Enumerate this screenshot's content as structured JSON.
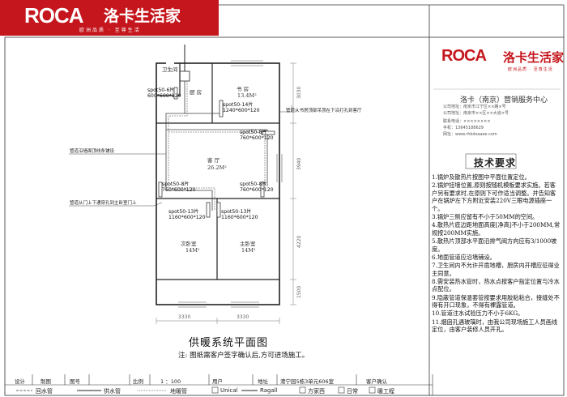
{
  "logo": {
    "brand": "ROCA",
    "cn": "洛卡生活家",
    "tag": "欧洲品质 · 至尊生活"
  },
  "right_logo": {
    "brand": "ROCA",
    "cn": "洛卡生活家",
    "tag": "欧洲品质 · 至尊生活"
  },
  "service": {
    "title": "洛卡（南京）营销服务中心"
  },
  "info_lines": [
    "公司地址：南京市江宁区××路×号",
    "公司地址：南京市××区××大道×号",
    "联系电话：××××××××",
    "手机：13645188629",
    "网址：www.rhkdsaaee.com"
  ],
  "requirements": {
    "title": "技术要求",
    "items": [
      "1.锅炉及散热片按图中平面位置定位。",
      "2.锅炉挂墙位置,原则按随机模板要求实施。若客户另有要求时,在原则下可作适当调整。并告知客户在锅炉左下方附近安装220V三眼电源插座一个。",
      "3.锅炉三侧应留有不小于50MM的空间。",
      "4.散热片底边距地面高度[净高]不小于200MM,常规按200MM实施。",
      "5.散热片顶部水平面沿排气阀方向应有3/1000坡度。",
      "6.地面管道应沿墙铺设。",
      "7.卫生间内不允许开凿地槽，厨房内开槽应征得业主同意。",
      "8.需安装热水管时，热水点按客户指定位置与冷水点配位。",
      "9.隐蔽管道保温套管按要求用胶粘粘合，接缝处不得有开口现象，不得有裸露管道。",
      "10.管道注水试验压力不小于6KG。",
      "11.烟囱孔遇玻璃时，由我公司现场施工人员画线定位，由客户装修人员开孔。"
    ]
  },
  "plan": {
    "title": "供暖系统平面图",
    "note": "注: 图纸需客户签字确认后,方可进场施工。",
    "rooms": [
      {
        "name": "厨 房",
        "area": ""
      },
      {
        "name": "书 房",
        "area": "13.4M²"
      },
      {
        "name": "客 厅",
        "area": "26.2M²"
      },
      {
        "name": "次卧室",
        "area": "14M²"
      },
      {
        "name": "主卧室",
        "area": "14M²"
      },
      {
        "name": "卫生间",
        "area": ""
      }
    ],
    "radiators": [
      {
        "name": "spot50-6片",
        "size": "600*600*120"
      },
      {
        "name": "spot50-14片",
        "size": "1240*600*120"
      },
      {
        "name": "spot50-8片",
        "size": "760*600*120"
      },
      {
        "name": "spot50-8片",
        "size": "760*600*120"
      },
      {
        "name": "spot50-8片",
        "size": "760*600*120"
      },
      {
        "name": "spot50-13片",
        "size": "1160*600*120"
      },
      {
        "name": "spot50-13片",
        "size": "1160*600*120"
      }
    ],
    "notes": [
      "管道从书房顶部吊顶在下沿打孔到客厅",
      "管道沿墙面顶线条铺设",
      "管道从门上下通穿孔到主卧室门上"
    ],
    "dims": {
      "top": "3030",
      "mid": "3940",
      "low": "4220",
      "bottom": "1500",
      "w_left": "3330",
      "w_right": "3330"
    }
  },
  "table": {
    "row1": [
      "设计",
      "制图",
      "图号",
      "比例",
      "1 ：100",
      "用户",
      "地址",
      "港宁园5栋3单元606室",
      "客户确认"
    ],
    "row2": [
      "回水管",
      "供水管",
      "地暖管",
      "Unical",
      "Ragall",
      "方家西",
      "日常",
      "暖工程"
    ]
  }
}
